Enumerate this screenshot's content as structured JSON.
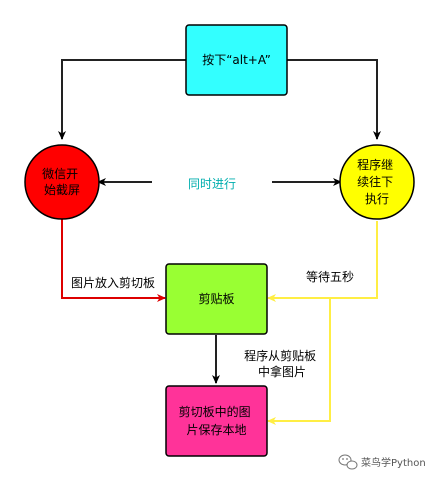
{
  "nodes": {
    "press_keys": {
      "label": "按下“alt+A”",
      "fill": "#33ffff",
      "stroke": "#000000"
    },
    "wechat_screenshot": {
      "lines": [
        "微信开",
        "始截屏"
      ],
      "fill": "#ff0000",
      "stroke": "#000000"
    },
    "program_continues": {
      "lines": [
        "程序继",
        "续往下",
        "执行"
      ],
      "fill": "#ffff00",
      "stroke": "#000000"
    },
    "clipboard": {
      "label": "剪贴板",
      "fill": "#99ff33",
      "stroke": "#000000"
    },
    "save_local": {
      "lines": [
        "剪切板中的图",
        "片保存本地"
      ],
      "fill": "#ff3399",
      "stroke": "#000000"
    }
  },
  "edges": {
    "simultaneous": {
      "label": "同时进行",
      "color": "#00aeae"
    },
    "image_to_clipboard": {
      "label": "图片放入剪切板",
      "color": "#dd0000"
    },
    "wait_five_seconds": {
      "label": "等待五秒",
      "color": "#ffee44"
    },
    "read_clipboard": {
      "lines": [
        "程序从剪贴板",
        "中拿图片"
      ]
    }
  },
  "watermark": {
    "text": "菜鸟学Python",
    "icon": "wechat-icon"
  }
}
